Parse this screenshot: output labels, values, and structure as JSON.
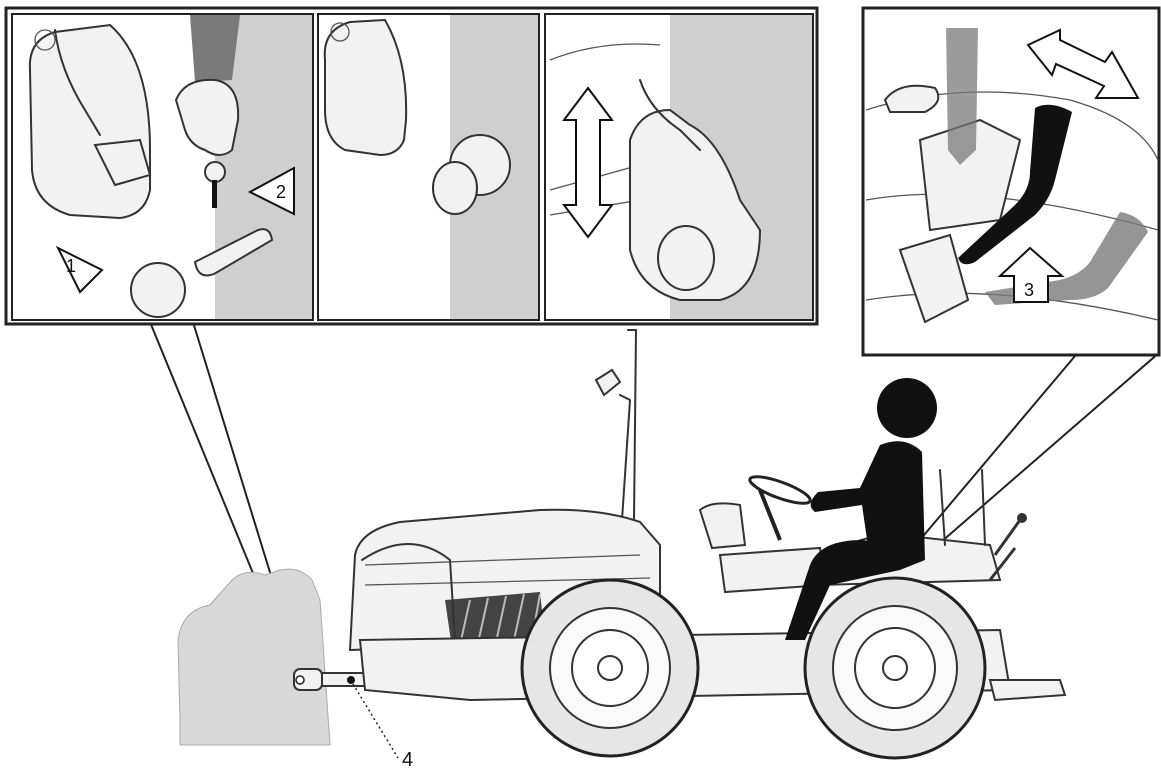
{
  "callouts": {
    "step1": "1",
    "step2": "2",
    "step3": "3",
    "part4": "4"
  }
}
